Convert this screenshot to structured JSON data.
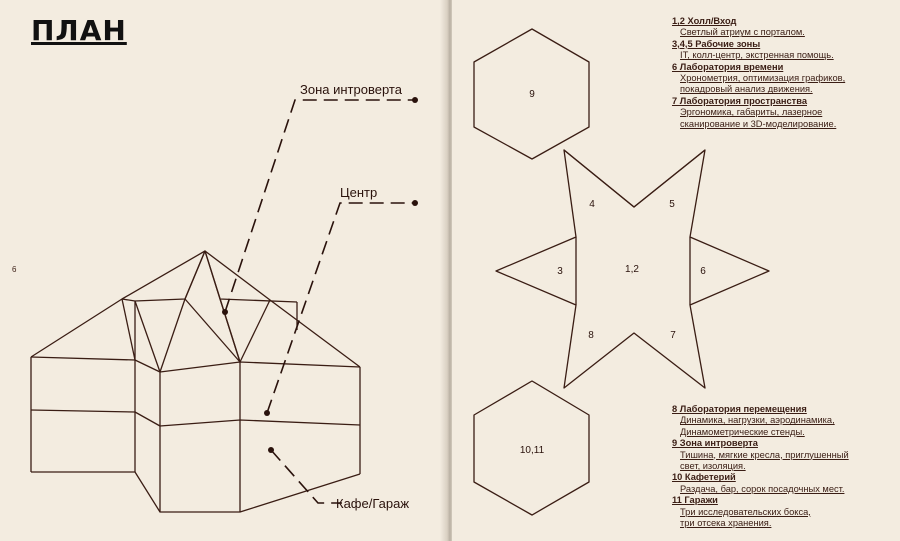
{
  "left_page": {
    "title": "ПЛАН",
    "page_number": "6",
    "callouts": {
      "introvert": "Зона интроверта",
      "center": "Центр",
      "cafe_garage": "Кафе/Гараж"
    }
  },
  "right_page": {
    "hex_labels": {
      "top": "9",
      "bottom": "10,11"
    },
    "star_labels": {
      "center": "1,2",
      "p3": "3",
      "p4": "4",
      "p5": "5",
      "p6": "6",
      "p7": "7",
      "p8": "8"
    },
    "legend_top": [
      {
        "title": "1,2 Холл/Вход",
        "lines": [
          "Светлый атриум с порталом."
        ]
      },
      {
        "title": "3,4,5 Рабочие зоны",
        "lines": [
          "IT, колл-центр, экстренная помощь."
        ]
      },
      {
        "title": "6 Лаборатория времени",
        "lines": [
          "Хронометрия, оптимизация графиков,",
          "покадровый анализ движения."
        ]
      },
      {
        "title": "7 Лаборатория пространства",
        "lines": [
          "Эргономика, габариты, лазерное",
          "сканирование и 3D-моделирование."
        ]
      }
    ],
    "legend_bottom": [
      {
        "title": "8 Лаборатория перемещения",
        "lines": [
          "Динамика, нагрузки, аэродинамика,",
          "Динамометрические стенды."
        ]
      },
      {
        "title": "9 Зона интроверта",
        "lines": [
          "Тишина, мягкие кресла, приглушенный",
          "свет, изоляция."
        ]
      },
      {
        "title": "10 Кафетерий",
        "lines": [
          "Раздача, бар, сорок посадочных мест."
        ]
      },
      {
        "title": "11 Гаражи",
        "lines": [
          "Три исследовательских бокса,",
          "три отсека хранения."
        ]
      }
    ]
  }
}
